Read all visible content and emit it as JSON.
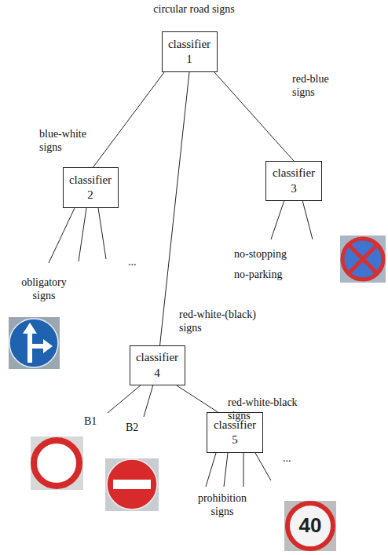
{
  "diagram": {
    "title": "circular road signs",
    "nodes": [
      {
        "text": [
          "classifier 1"
        ]
      },
      {
        "text": [
          "classifier 2"
        ]
      },
      {
        "text": [
          "classifier 3"
        ]
      },
      {
        "text": [
          "classifier 4"
        ]
      },
      {
        "text": [
          "classifier 5"
        ]
      }
    ],
    "edges": [
      {
        "from": 0,
        "to": 1,
        "label": "blue-white signs",
        "arrow": "none"
      },
      {
        "from": 0,
        "to": 2,
        "label": "red-blue signs",
        "arrow": "none"
      },
      {
        "from": 0,
        "to": 3,
        "label": "red-white-(black) signs",
        "arrow": "none"
      },
      {
        "from": 3,
        "to": 4,
        "label": "red-white-black signs",
        "arrow": "none"
      }
    ],
    "labels": [
      "obligatory signs",
      "...",
      "no-stopping",
      "no-parking",
      "B1",
      "B2",
      "prohibition signs",
      "...",
      "40"
    ]
  }
}
